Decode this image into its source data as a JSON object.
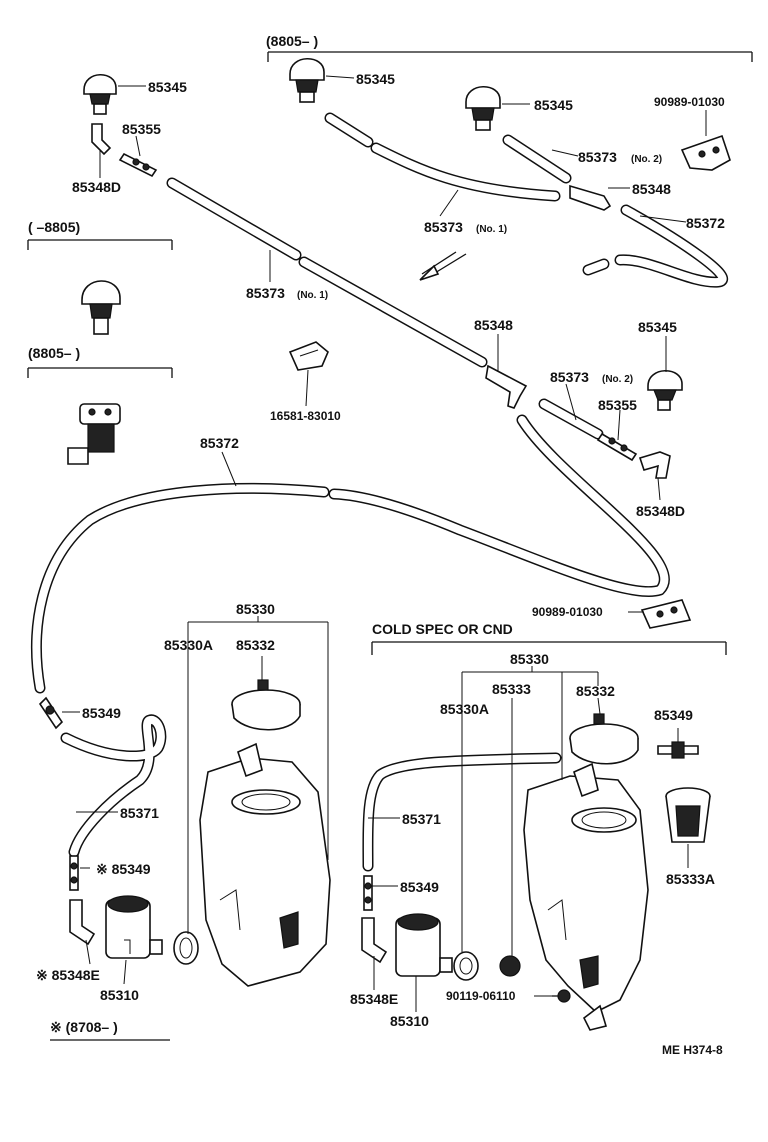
{
  "labels": {
    "range_8805_from": "(8805–      )",
    "range_to_8805": "(      –8805)",
    "range_8805_from_2": "(8805–      )",
    "range_8708_from": "※ (8708–      )",
    "cold_spec": "COLD SPEC OR CND",
    "ref_code": "ME  H374-8",
    "p85345_a": "85345",
    "p85345_b": "85345",
    "p85345_c": "85345",
    "p85345_d": "85345",
    "p85355_a": "85355",
    "p85355_b": "85355",
    "p85348D_a": "85348D",
    "p85348D_b": "85348D",
    "p85373_no1_a": "85373",
    "p85373_no1_b": "85373",
    "no1": "(No. 1)",
    "p85373_no2_a": "85373",
    "p85373_no2_b": "85373",
    "no2": "(No. 2)",
    "p85348_a": "85348",
    "p85348_b": "85348",
    "p85372_a": "85372",
    "p85372_b": "85372",
    "p90989_a": "90989-01030",
    "p90989_b": "90989-01030",
    "p16581": "16581-83010",
    "p85330_a": "85330",
    "p85330_b": "85330",
    "p85330A_a": "85330A",
    "p85330A_b": "85330A",
    "p85332_a": "85332",
    "p85332_b": "85332",
    "p85333": "85333",
    "p85333A": "85333A",
    "p85349_a": "85349",
    "p85349_b": "※ 85349",
    "p85349_c": "85349",
    "p85349_d": "85349",
    "p85371_a": "85371",
    "p85371_b": "85371",
    "p85348E_a": "※ 85348E",
    "p85348E_b": "85348E",
    "p85310_a": "85310",
    "p85310_b": "85310",
    "p90119": "90119-06110"
  }
}
